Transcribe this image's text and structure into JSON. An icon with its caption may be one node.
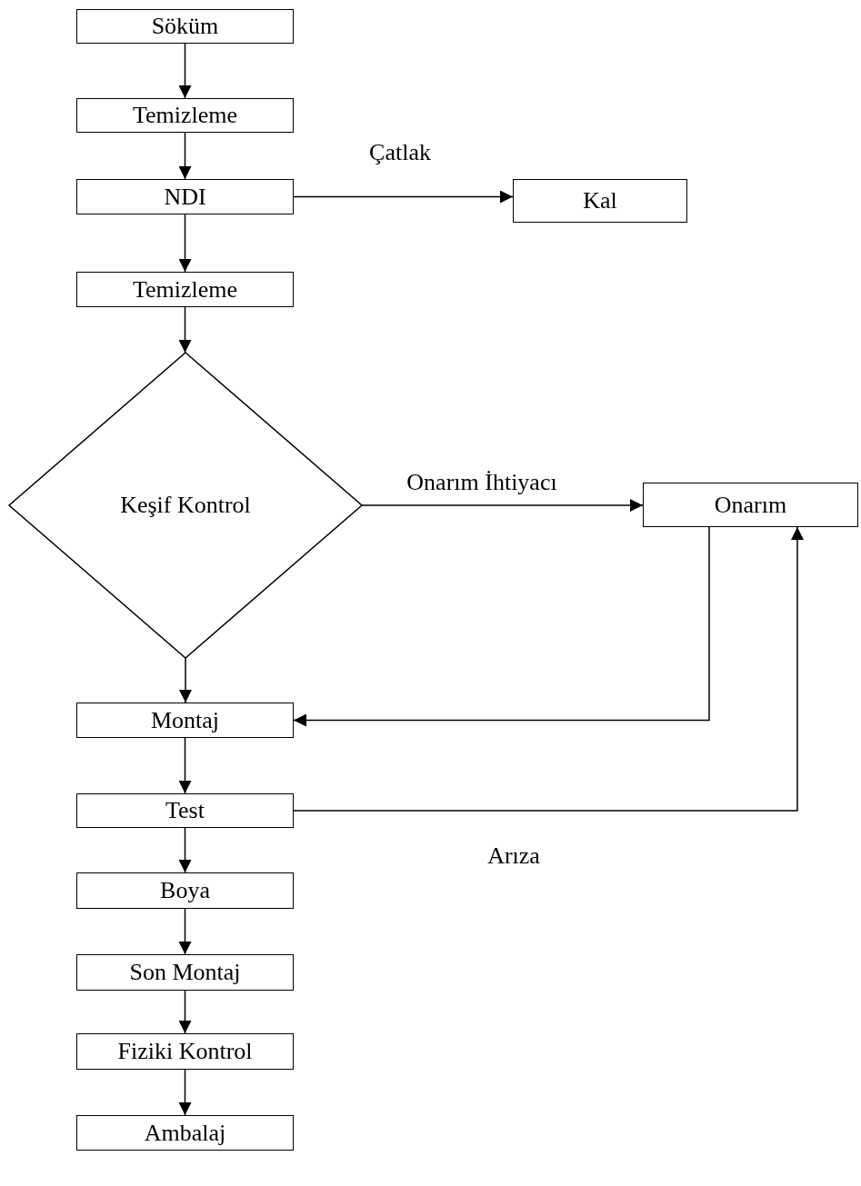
{
  "diagram": {
    "nodes": [
      {
        "text": [
          "Söküm"
        ]
      },
      {
        "text": [
          "Temizleme"
        ]
      },
      {
        "text": [
          "NDI"
        ]
      },
      {
        "text": [
          "Kal"
        ]
      },
      {
        "text": [
          "Temizleme"
        ]
      },
      {
        "text": [
          "Keşif Kontrol"
        ]
      },
      {
        "text": [
          "Onarım"
        ]
      },
      {
        "text": [
          "Montaj"
        ]
      },
      {
        "text": [
          "Test"
        ]
      },
      {
        "text": [
          "Boya"
        ]
      },
      {
        "text": [
          "Son Montaj"
        ]
      },
      {
        "text": [
          "Fiziki Kontrol"
        ]
      },
      {
        "text": [
          "Ambalaj"
        ]
      }
    ],
    "edges": [
      {
        "from": 0,
        "to": 1,
        "arrow": "to"
      },
      {
        "from": 1,
        "to": 2,
        "arrow": "to"
      },
      {
        "from": 2,
        "to": 3,
        "arrow": "to",
        "label": "Çatlak"
      },
      {
        "from": 2,
        "to": 4,
        "arrow": "to"
      },
      {
        "from": 4,
        "to": 5,
        "arrow": "to"
      },
      {
        "from": 5,
        "to": 6,
        "arrow": "to",
        "label": "Onarım İhtiyacı"
      },
      {
        "from": 5,
        "to": 7,
        "arrow": "to"
      },
      {
        "from": 6,
        "to": 7,
        "arrow": "to"
      },
      {
        "from": 7,
        "to": 8,
        "arrow": "to"
      },
      {
        "from": 8,
        "to": 6,
        "arrow": "to",
        "label": "Arıza"
      },
      {
        "from": 8,
        "to": 9,
        "arrow": "to"
      },
      {
        "from": 9,
        "to": 10,
        "arrow": "to"
      },
      {
        "from": 10,
        "to": 11,
        "arrow": "to"
      },
      {
        "from": 11,
        "to": 12,
        "arrow": "to"
      }
    ]
  }
}
